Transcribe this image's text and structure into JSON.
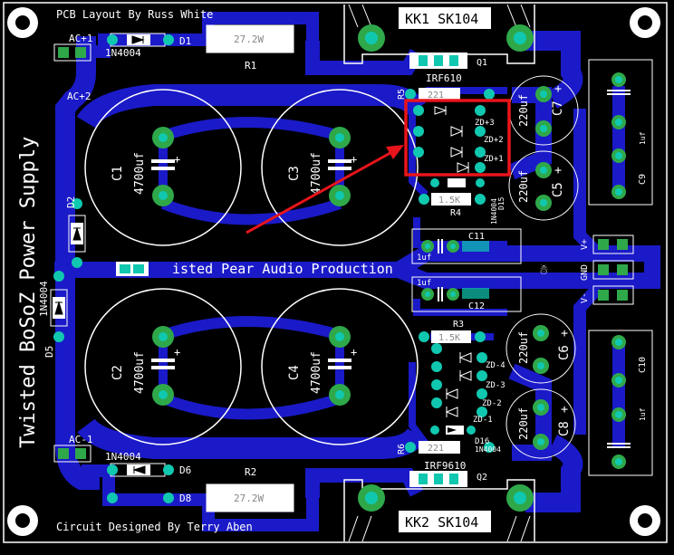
{
  "board": {
    "title": "Twisted BoSoZ Power Supply",
    "top_credit": "PCB Layout By Russ White",
    "bottom_credit": "Circuit Designed By Terry Aben",
    "banner": "isted Pear Audio Production"
  },
  "heatsinks": {
    "top": "KK1 SK104",
    "bottom": "KK2 SK104"
  },
  "connectors": {
    "ac_top_1": "AC+1",
    "ac_top_2": "AC+2",
    "ac_bottom": "AC-1",
    "vplus": "V+",
    "gnd": "GND",
    "vminus": "V-"
  },
  "diodes": {
    "d1": "D1",
    "d1_part": "1N4004",
    "d2": "D2",
    "d5": "D5",
    "d5_part": "1N4004",
    "d6": "D6",
    "d6_part": "1N4004",
    "d8": "D8",
    "d15_part": "1N4004",
    "d15": "D15",
    "d16": "D16",
    "d16_part": "1N4004"
  },
  "resistors": {
    "r1": "R1",
    "r1_val": "27.2W",
    "r2": "R2",
    "r2_val": "27.2W",
    "r3": "R3",
    "r3_val": "1.5K",
    "r4": "R4",
    "r4_val": "1.5K",
    "r5": "R5",
    "r5_val": "221",
    "r6": "R6",
    "r6_val": "221"
  },
  "capacitors": {
    "c1": "C1",
    "c2": "C2",
    "c3": "C3",
    "c4": "C4",
    "bulk_val": "4700uf",
    "c5": "C5",
    "c6": "C6",
    "c7": "C7",
    "c8": "C8",
    "small_val": "220uf",
    "c9": "C9",
    "c10": "C10",
    "c11": "C11",
    "c12": "C12",
    "film_val": "1uf"
  },
  "transistors": {
    "q1": "Q1",
    "q1_part": "IRF610",
    "q2": "Q2",
    "q2_part": "IRF9610"
  },
  "zeners": {
    "zd1": "ZD+1",
    "zd2": "ZD+2",
    "zd3": "ZD+3",
    "zdm1": "ZD-1",
    "zdm2": "ZD-2",
    "zdm3": "ZD-3",
    "zdm4": "ZD-4"
  },
  "annotation": {
    "highlight_color": "#e8141b",
    "arrow_color": "#e8141b"
  },
  "colors": {
    "trace": "#1a1ac8",
    "pad": "#2fa84a",
    "pad_smd": "#10c8b0",
    "silk": "#ffffff"
  }
}
